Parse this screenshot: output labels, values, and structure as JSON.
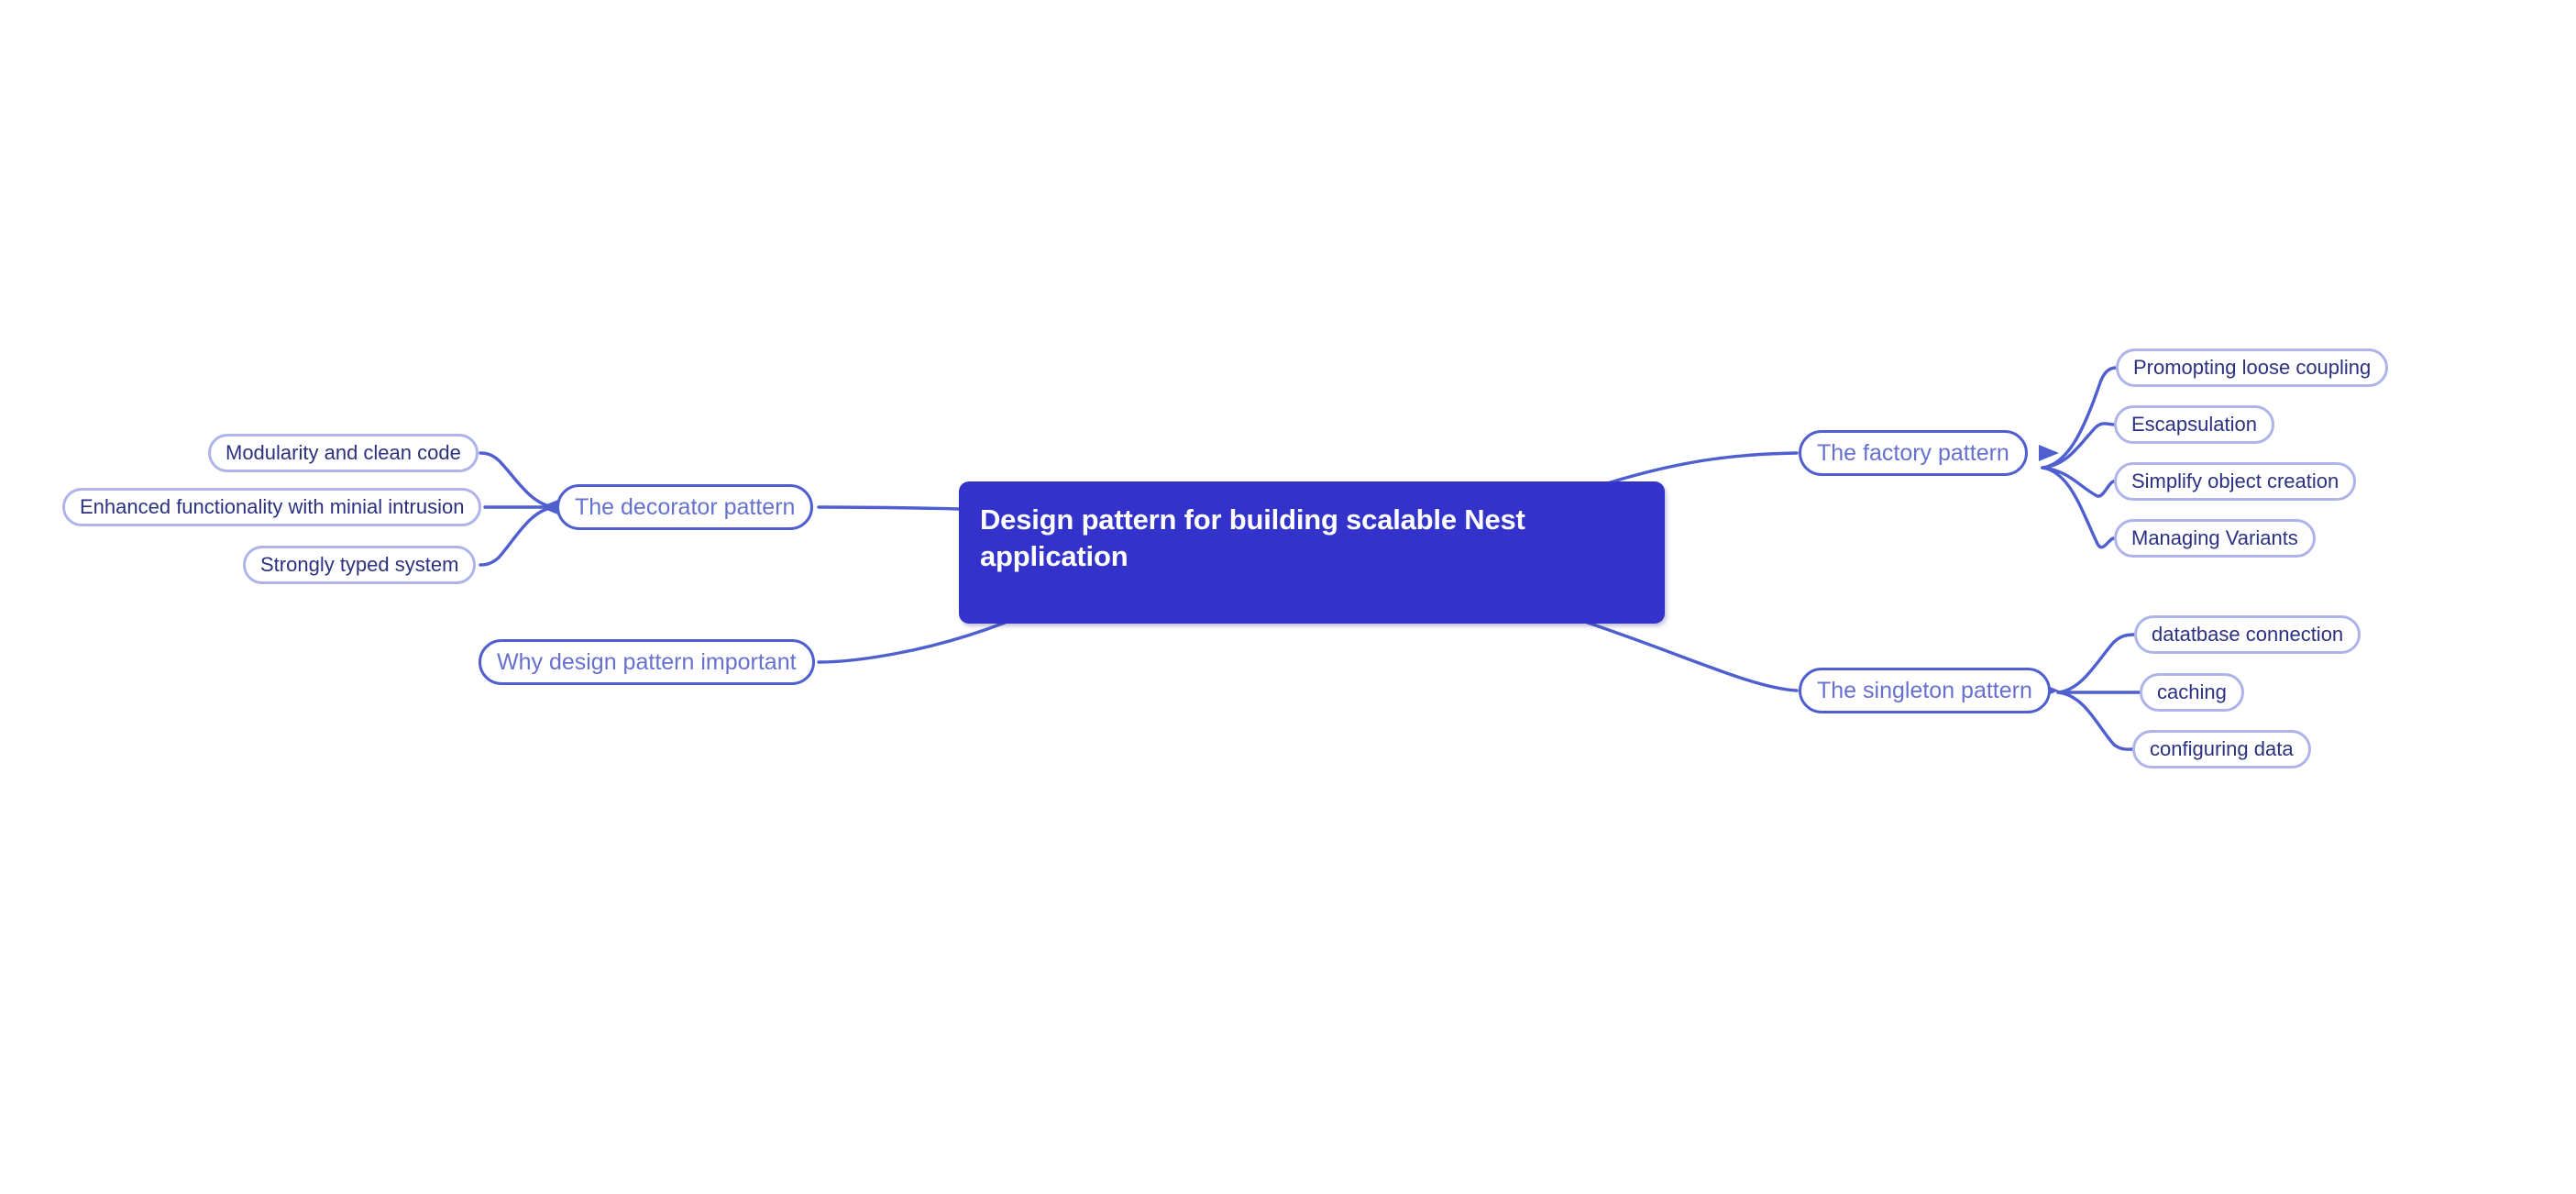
{
  "diagram": {
    "type": "mindmap",
    "title": "Design pattern for building scalable Nest application",
    "background": "#ffffff",
    "colors": {
      "root_fill": "#3333cc",
      "root_text": "#ffffff",
      "branch_border": "#4f5fd0",
      "branch_text": "#6670cf",
      "leaf_border": "#aeb4ea",
      "leaf_text": "#2b3180",
      "edge_stroke": "#4f5fd0"
    }
  },
  "root": {
    "label": "Design pattern for building scalable Nest application",
    "line1": "Design pattern for building scalable Nest",
    "line2": "application"
  },
  "branches": {
    "decorator": {
      "label": "The decorator pattern",
      "side": "left",
      "children": [
        {
          "label": "Modularity and clean code"
        },
        {
          "label": "Enhanced functionality with minial intrusion"
        },
        {
          "label": "Strongly typed system"
        }
      ]
    },
    "why": {
      "label": "Why design pattern important",
      "side": "left",
      "children": []
    },
    "factory": {
      "label": "The factory pattern",
      "side": "right",
      "children": [
        {
          "label": "Promopting loose coupling"
        },
        {
          "label": "Escapsulation"
        },
        {
          "label": "Simplify object creation"
        },
        {
          "label": "Managing Variants"
        }
      ]
    },
    "singleton": {
      "label": "The singleton pattern",
      "side": "right",
      "children": [
        {
          "label": "datatbase connection"
        },
        {
          "label": "caching"
        },
        {
          "label": "configuring data"
        }
      ]
    }
  }
}
